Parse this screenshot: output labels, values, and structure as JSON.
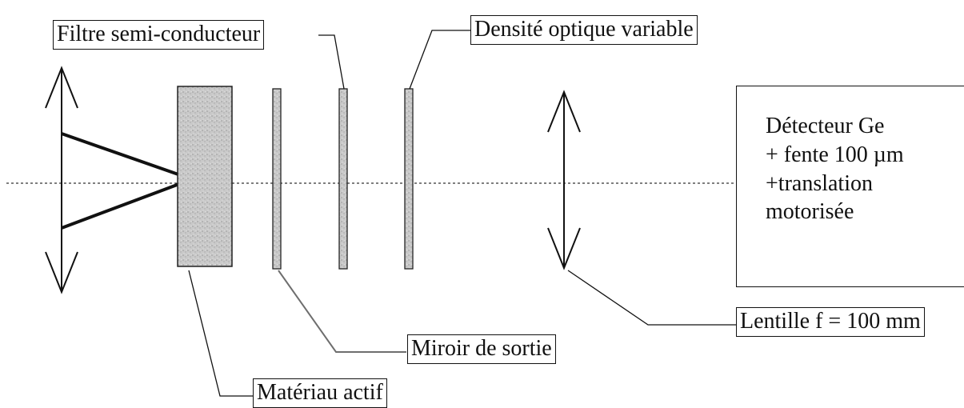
{
  "labels": {
    "filtre": "Filtre semi-conducteur",
    "densite": "Densité optique variable",
    "miroir": "Miroir de sortie",
    "materiau": "Matériau actif",
    "lentille": "Lentille f = 100 mm"
  },
  "detector": {
    "line1": "Détecteur Ge",
    "line2": "+ fente 100 µm",
    "line3": "+translation",
    "line4": "motorisée"
  },
  "colors": {
    "ink": "#111111",
    "grey_fill": "#c6c6c6",
    "grey_leader": "#707070"
  }
}
